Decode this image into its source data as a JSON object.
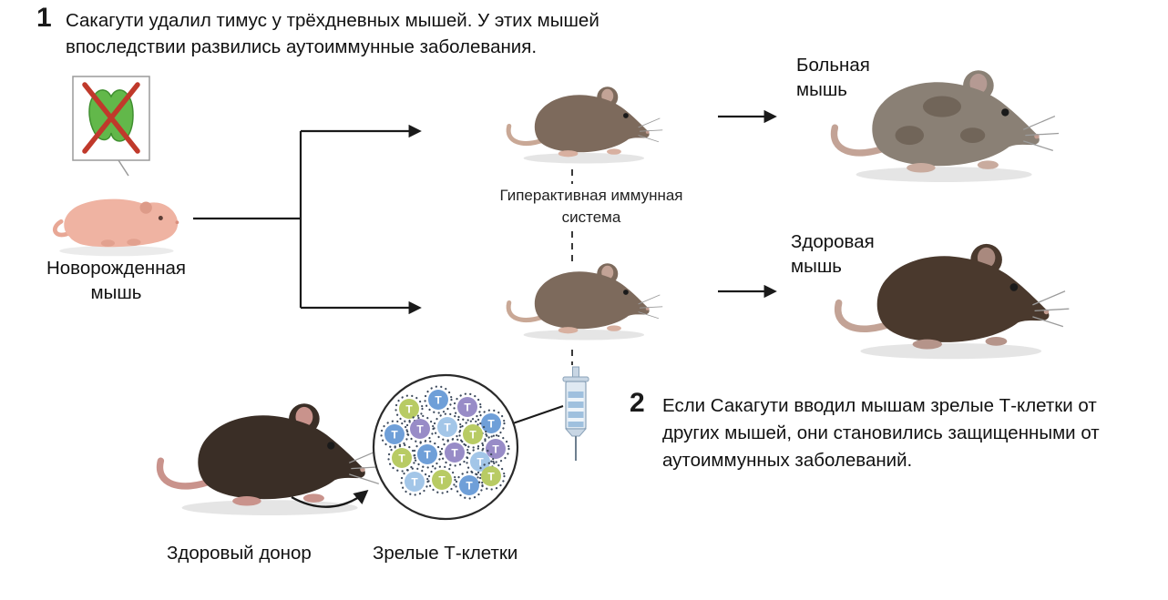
{
  "step1": {
    "number": "1",
    "line1": "Сакагути удалил тимус у трёхдневных мышей. У этих мышей",
    "line2": "впоследствии развились аутоиммунные заболевания."
  },
  "step2": {
    "number": "2",
    "line1": "Если Сакагути вводил мышам зрелые Т-клетки от",
    "line2": "других мышей, они становились защищенными от",
    "line3": "аутоиммунных заболеваний."
  },
  "labels": {
    "newborn_line1": "Новорожденная",
    "newborn_line2": "мышь",
    "hyperactive_line1": "Гиперактивная иммунная",
    "hyperactive_line2": "система",
    "sick_line1": "Больная",
    "sick_line2": "мышь",
    "healthy_line1": "Здоровая",
    "healthy_line2": "мышь",
    "donor": "Здоровый донор",
    "tcells": "Зрелые Т-клетки"
  },
  "icons": {
    "tcell_letter": "T"
  },
  "colors": {
    "thymus_green": "#62b84a",
    "thymus_outline": "#3f8f2f",
    "cross_red": "#c0392b",
    "arrow_black": "#1a1a1a",
    "tcell_blue": "#6f9fd8",
    "tcell_light_blue": "#a3c6e8",
    "tcell_green": "#b8cb64",
    "tcell_purple": "#988cc7",
    "newborn_pink": "#efb3a2",
    "mid_mouse_brown": "#7d6a5c",
    "sick_mouse_gray_brown": "#8a8075",
    "healthy_mouse_dark_brown": "#4a392d",
    "donor_mouse_dark": "#3a2e26",
    "syringe_blue": "#9fc0de"
  }
}
